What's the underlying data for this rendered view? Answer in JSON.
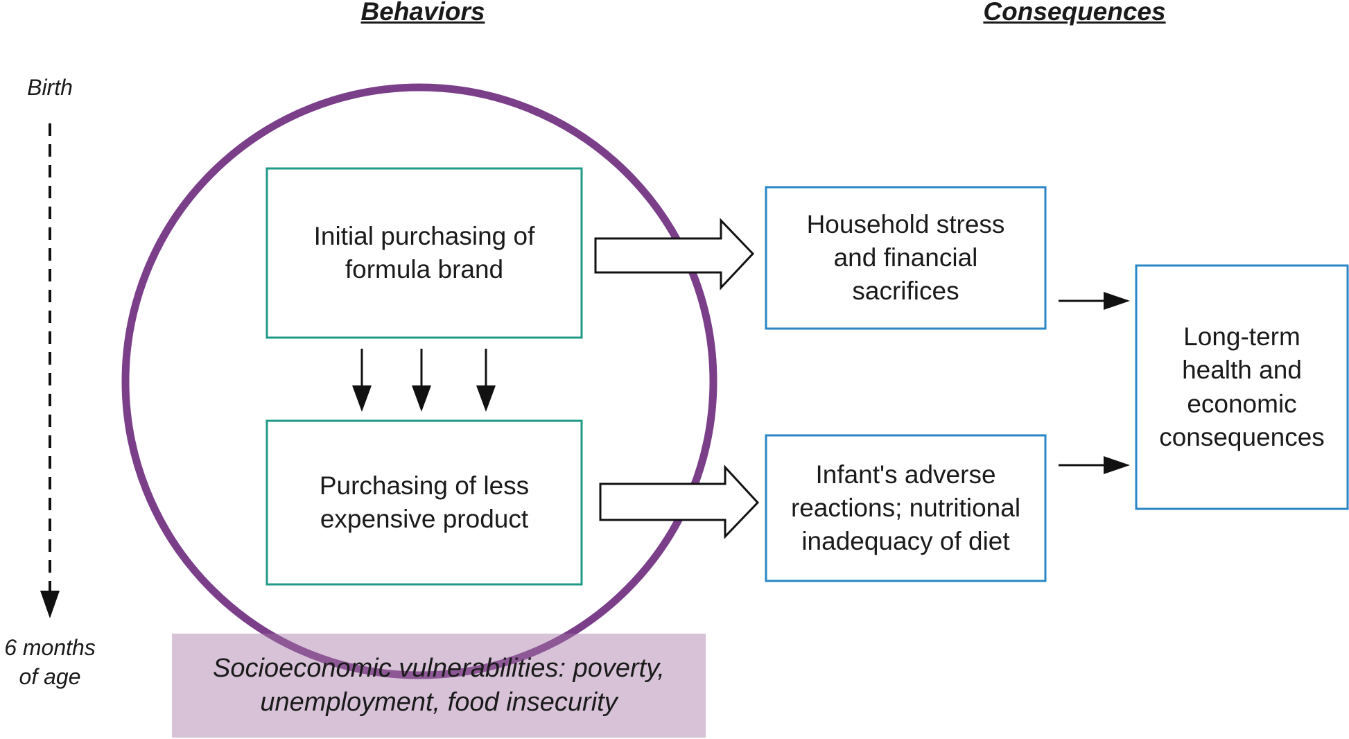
{
  "headers": {
    "behaviors": "Behaviors",
    "consequences": "Consequences"
  },
  "timeline": {
    "start": "Birth",
    "end": "6 months\nof age"
  },
  "behavior_boxes": {
    "initial": "Initial purchasing of\nformula brand",
    "less_expensive": "Purchasing of less\nexpensive product"
  },
  "consequence_boxes": {
    "household": "Household stress\nand financial\nsacrifices",
    "infant": "Infant's adverse\nreactions; nutritional\ninadequacy of diet",
    "long_term": "Long-term\nhealth and\neconomic\nconsequences"
  },
  "vulnerabilities": "Socioeconomic vulnerabilities: poverty,\nunemployment, food insecurity",
  "colors": {
    "circle": "#7b3f8a",
    "behavior_border": "#1f9a86",
    "consequence_border": "#2a86c6",
    "vulnerability_fill": "#d7c3d7",
    "arrow": "#111111"
  }
}
